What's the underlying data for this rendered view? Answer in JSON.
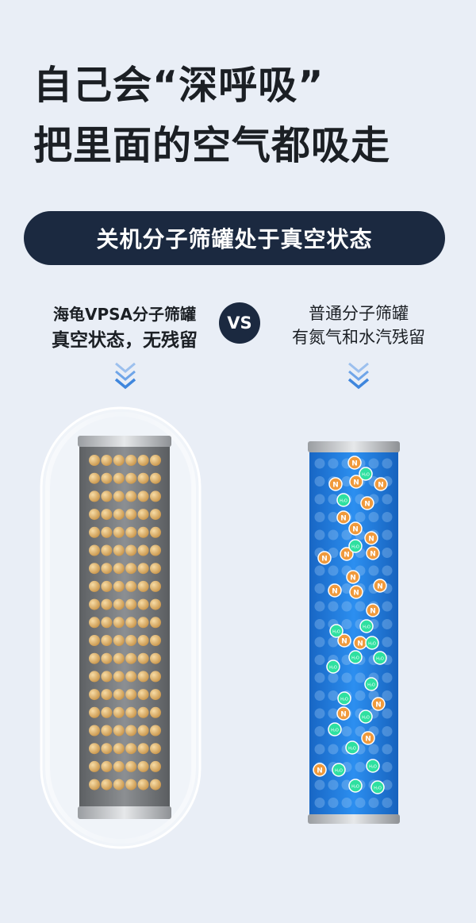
{
  "headline": {
    "line1": "自己会“深呼吸”",
    "line2": "把里面的空气都吸走"
  },
  "banner": {
    "text": "关机分子筛罐处于真空状态"
  },
  "left_column": {
    "line1": "海龟VPSA分子筛罐",
    "line2": "真空状态，无残留"
  },
  "vs_badge": {
    "text": "VS"
  },
  "right_column": {
    "line1": "普通分子筛罐",
    "line2": "有氮气和水汽残留"
  },
  "molecules": {
    "nitrogen_symbol": "N",
    "water_symbol": "H₂O"
  },
  "colors": {
    "background": "#e9eef6",
    "banner": "#1b2940",
    "bead": "#e3b86f",
    "canister_blue": "#1e79d8",
    "nitrogen": "#f09a3c",
    "water": "#2ee0a0",
    "arrow": "#4a8fe0"
  }
}
